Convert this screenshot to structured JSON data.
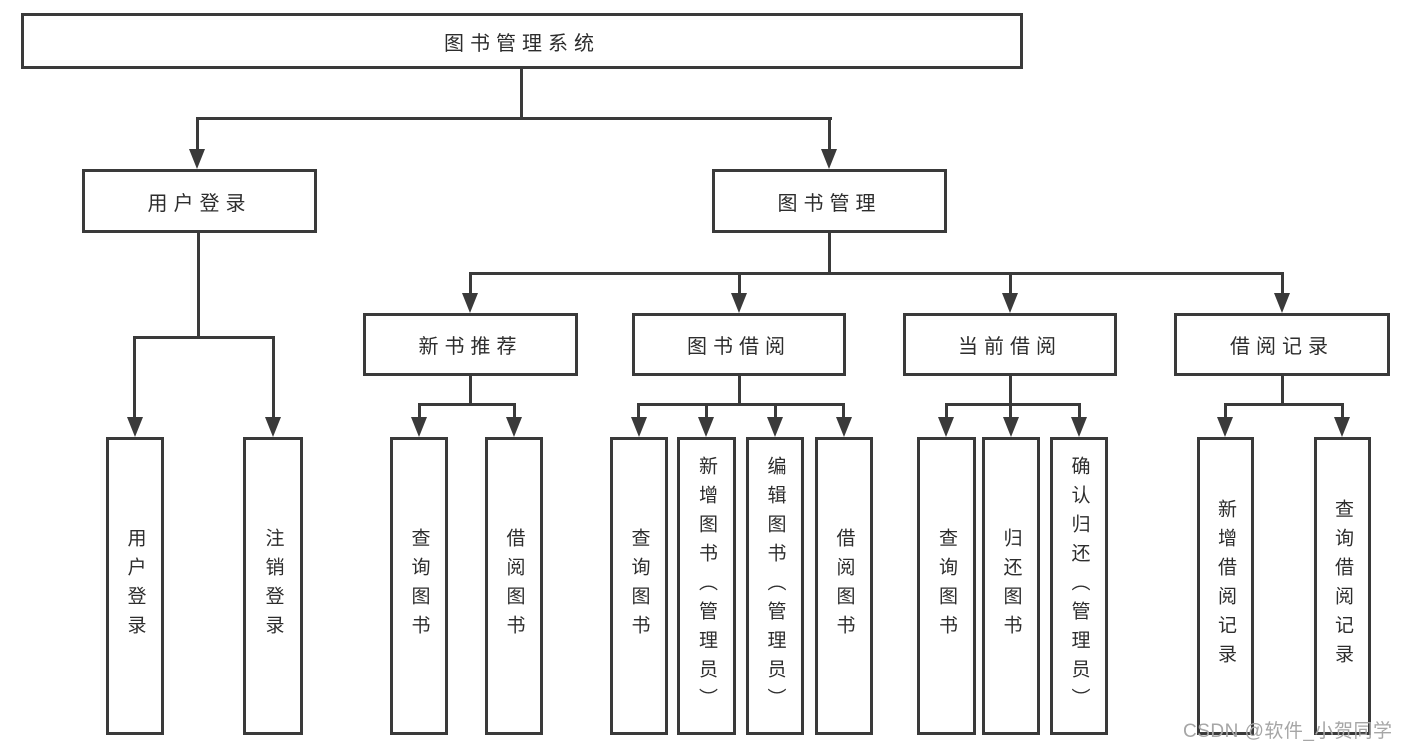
{
  "diagram": {
    "root": {
      "label": "图书管理系统"
    },
    "branches": [
      {
        "label": "用户登录",
        "leaves": [
          {
            "label": "用户登录"
          },
          {
            "label": "注销登录"
          }
        ]
      },
      {
        "label": "图书管理",
        "children": [
          {
            "label": "新书推荐",
            "leaves": [
              {
                "label": "查询图书"
              },
              {
                "label": "借阅图书"
              }
            ]
          },
          {
            "label": "图书借阅",
            "leaves": [
              {
                "label": "查询图书"
              },
              {
                "label": "新增图书（管理员）"
              },
              {
                "label": "编辑图书（管理员）"
              },
              {
                "label": "借阅图书"
              }
            ]
          },
          {
            "label": "当前借阅",
            "leaves": [
              {
                "label": "查询图书"
              },
              {
                "label": "归还图书"
              },
              {
                "label": "确认归还（管理员）"
              }
            ]
          },
          {
            "label": "借阅记录",
            "leaves": [
              {
                "label": "新增借阅记录"
              },
              {
                "label": "查询借阅记录"
              }
            ]
          }
        ]
      }
    ]
  },
  "watermark": {
    "text": "CSDN @软件_小贺同学"
  },
  "palette": {
    "line": "#3a3a3a",
    "text": "#2d2d2d",
    "background": "#ffffff",
    "watermark": "#a6a6a6"
  }
}
